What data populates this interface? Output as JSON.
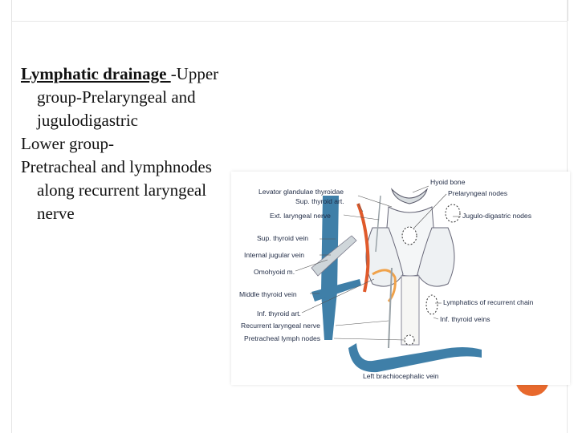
{
  "slide": {
    "paragraph1": {
      "heading": "Lymphatic drainage ",
      "line1_rest": "-Upper",
      "line2": "group-Prelaryngeal and",
      "line3": "jugulodigastric"
    },
    "paragraph2": {
      "line1": "Lower group-"
    },
    "paragraph3": {
      "line1": "Pretracheal and lymphnodes",
      "line2": "along recurrent laryngeal",
      "line3": "nerve"
    },
    "accent_color": "#e8692d"
  },
  "figure": {
    "labels": {
      "hyoid_bone": "Hyoid bone",
      "levator": "Levator glandulae thyroidae",
      "sup_thyroid_art": "Sup. thyroid art.",
      "prelaryngeal": "Prelaryngeal nodes",
      "ext_laryngeal": "Ext. laryngeal nerve",
      "jugulo_digastric": "Jugulo-digastric nodes",
      "sup_thyroid_vein": "Sup. thyroid vein",
      "internal_jugular": "Internal jugular vein",
      "omohyoid": "Omohyoid m.",
      "middle_thyroid": "Middle thyroid vein",
      "lymphatics_recurrent": "Lymphatics of recurrent chain",
      "inf_thyroid_art": "Inf. thyroid art.",
      "inf_thyroid_veins": "Inf. thyroid veins",
      "recurrent_laryngeal": "Recurrent laryngeal nerve",
      "pretracheal_nodes": "Pretracheal lymph nodes",
      "left_brachio": "Left brachiocephalic vein"
    },
    "colors": {
      "vein": "#3f7fa8",
      "artery": "#e05a2b",
      "artery_light": "#f0a24a",
      "nerve": "#9aa3a8"
    }
  }
}
